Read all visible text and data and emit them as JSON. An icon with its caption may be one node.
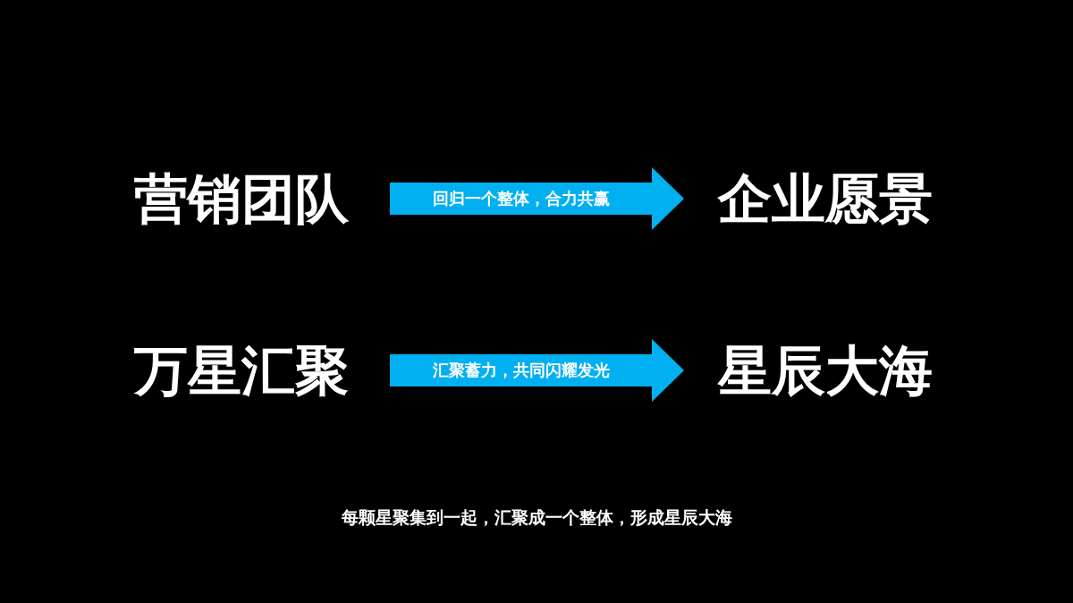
{
  "diagram": {
    "caption": "每颗星聚集到一起，汇聚成一个整体，形成星辰大海",
    "nodes": [
      {
        "text": [
          "营销团队"
        ]
      },
      {
        "text": [
          "企业愿景"
        ]
      },
      {
        "text": [
          "万星汇聚"
        ]
      },
      {
        "text": [
          "星辰大海"
        ]
      }
    ],
    "edges": [
      {
        "from": 0,
        "to": 1,
        "arrow": "to",
        "label": "回归一个整体，合力共赢"
      },
      {
        "from": 2,
        "to": 3,
        "arrow": "to",
        "label": "汇聚蓄力，共同闪耀发光"
      }
    ]
  }
}
